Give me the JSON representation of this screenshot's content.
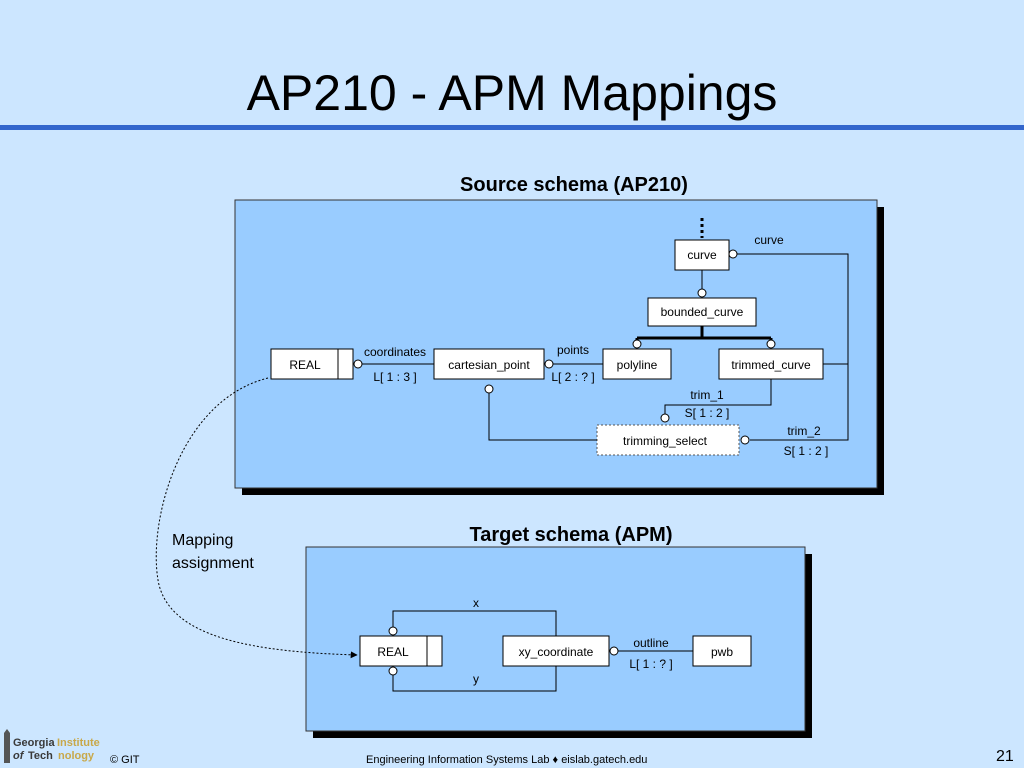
{
  "slide": {
    "title": "AP210 - APM Mappings",
    "page_number": "21"
  },
  "footer": {
    "copyright": "© GIT",
    "lab": "Engineering Information Systems Lab",
    "separator": "♦",
    "site": "eislab.gatech.edu",
    "logo_word_georgia": "Georgia",
    "logo_word_institute": "Institute",
    "logo_word_of": "of",
    "logo_word_tech": "Tech",
    "logo_word_nology": "nology"
  },
  "source": {
    "heading": "Source schema (AP210)",
    "entities": {
      "curve": "curve",
      "bounded_curve": "bounded_curve",
      "real": "REAL",
      "cartesian_point": "cartesian_point",
      "polyline": "polyline",
      "trimmed_curve": "trimmed_curve",
      "trimming_select": "trimming_select"
    },
    "relations": {
      "curve_attr": "curve",
      "coordinates": "coordinates",
      "coordinates_card": "L[ 1 : 3 ]",
      "points": "points",
      "points_card": "L[ 2 : ? ]",
      "trim_1": "trim_1",
      "trim_1_card": "S[ 1 : 2 ]",
      "trim_2": "trim_2",
      "trim_2_card": "S[ 1 : 2 ]"
    }
  },
  "target": {
    "heading": "Target schema (APM)",
    "entities": {
      "real": "REAL",
      "xy_coordinate": "xy_coordinate",
      "pwb": "pwb"
    },
    "relations": {
      "x": "x",
      "y": "y",
      "outline": "outline",
      "outline_card": "L[ 1 : ? ]"
    }
  },
  "mapping_label_line1": "Mapping",
  "mapping_label_line2": "assignment",
  "colors": {
    "background": "#cce6ff",
    "panel": "#99ccff",
    "rule": "#3366cc",
    "shadow": "#000000"
  }
}
